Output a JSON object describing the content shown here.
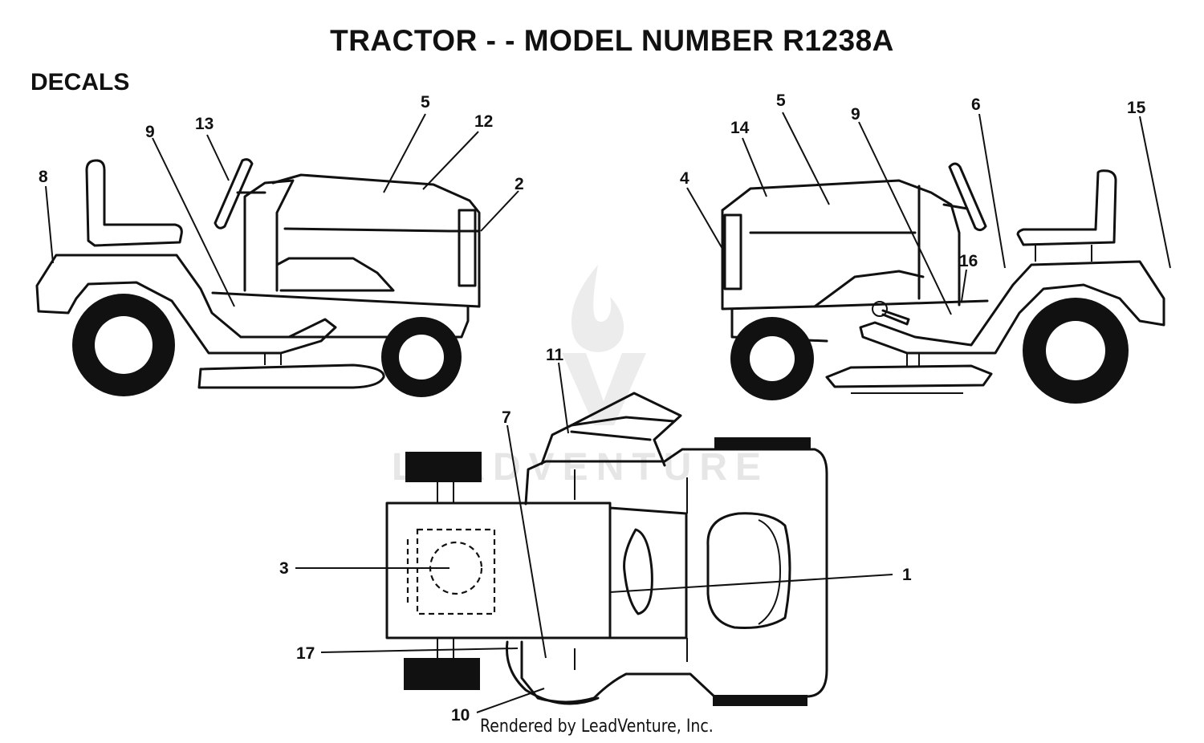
{
  "header": {
    "title": "TRACTOR - - MODEL NUMBER R1238A",
    "section": "DECALS"
  },
  "watermark": {
    "text": "LEADVENTURE",
    "logo": "flame-v-logo"
  },
  "footer": {
    "credit": "Rendered by LeadVenture, Inc."
  },
  "callouts": {
    "left_view": {
      "n8": "8",
      "n9": "9",
      "n13": "13",
      "n5": "5",
      "n12": "12",
      "n2": "2"
    },
    "right_view": {
      "n4": "4",
      "n14": "14",
      "n5": "5",
      "n9": "9",
      "n6": "6",
      "n15": "15",
      "n16": "16"
    },
    "top_view": {
      "n11": "11",
      "n7": "7",
      "n3": "3",
      "n1": "1",
      "n17": "17",
      "n10": "10"
    }
  }
}
